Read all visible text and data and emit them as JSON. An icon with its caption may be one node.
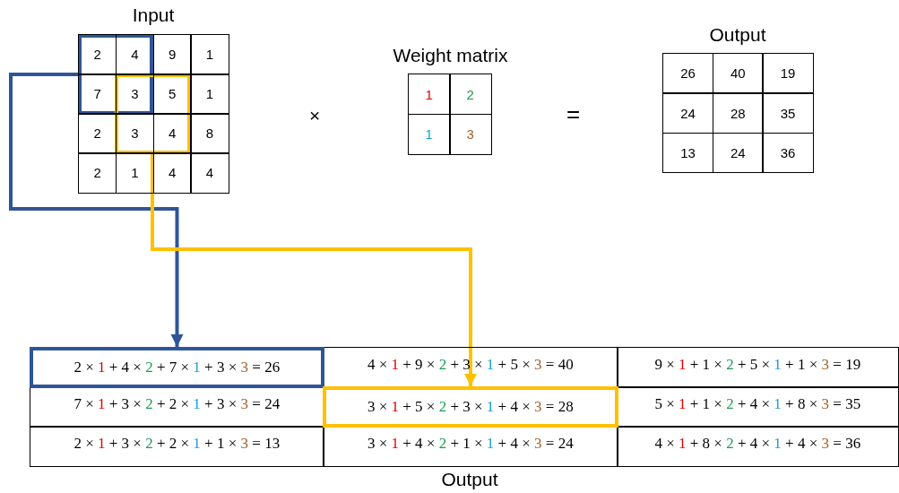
{
  "diagram": {
    "nodes": [
      {
        "text": [],
        "shape": "box"
      },
      {
        "text": [],
        "shape": "box"
      },
      {
        "text": [
          "2 × 1 + 4 × 2 + 7 × 1 + 3 × 3 = 26"
        ]
      },
      {
        "text": [
          "3 × 1 + 5 × 2 + 3 × 1 + 4 × 3 = 28"
        ]
      }
    ],
    "edges": [
      {
        "from": 0,
        "to": 2,
        "arrow": "to",
        "color": "#2f5597"
      },
      {
        "from": 1,
        "to": 3,
        "arrow": "to",
        "color": "#ffc000"
      }
    ],
    "labels": [
      "Input",
      "2",
      "4",
      "9",
      "1",
      "7",
      "3",
      "5",
      "1",
      "2",
      "3",
      "4",
      "8",
      "2",
      "1",
      "4",
      "4",
      "×",
      "Weight matrix",
      "1",
      "2",
      "1",
      "3",
      "=",
      "Output",
      "26",
      "40",
      "19",
      "24",
      "28",
      "35",
      "13",
      "24",
      "36",
      "4 × 1 + 9 × 2 + 3 × 1 + 5 × 3 = 40",
      "9 × 1 + 1 × 2 + 5 × 1 + 1 × 3 = 19",
      "7 × 1 + 3 × 2 + 2 × 1 + 3 × 3 = 24",
      "5 × 1 + 1 × 2 + 4 × 1 + 8 × 3 = 35",
      "2 × 1 + 3 × 2 + 2 × 1 + 1 × 3 = 13",
      "3 × 1 + 4 × 2 + 1 × 1 + 4 × 3 = 24",
      "4 × 1 + 8 × 2 + 4 × 1 + 4 × 3 = 36",
      "Output"
    ]
  }
}
